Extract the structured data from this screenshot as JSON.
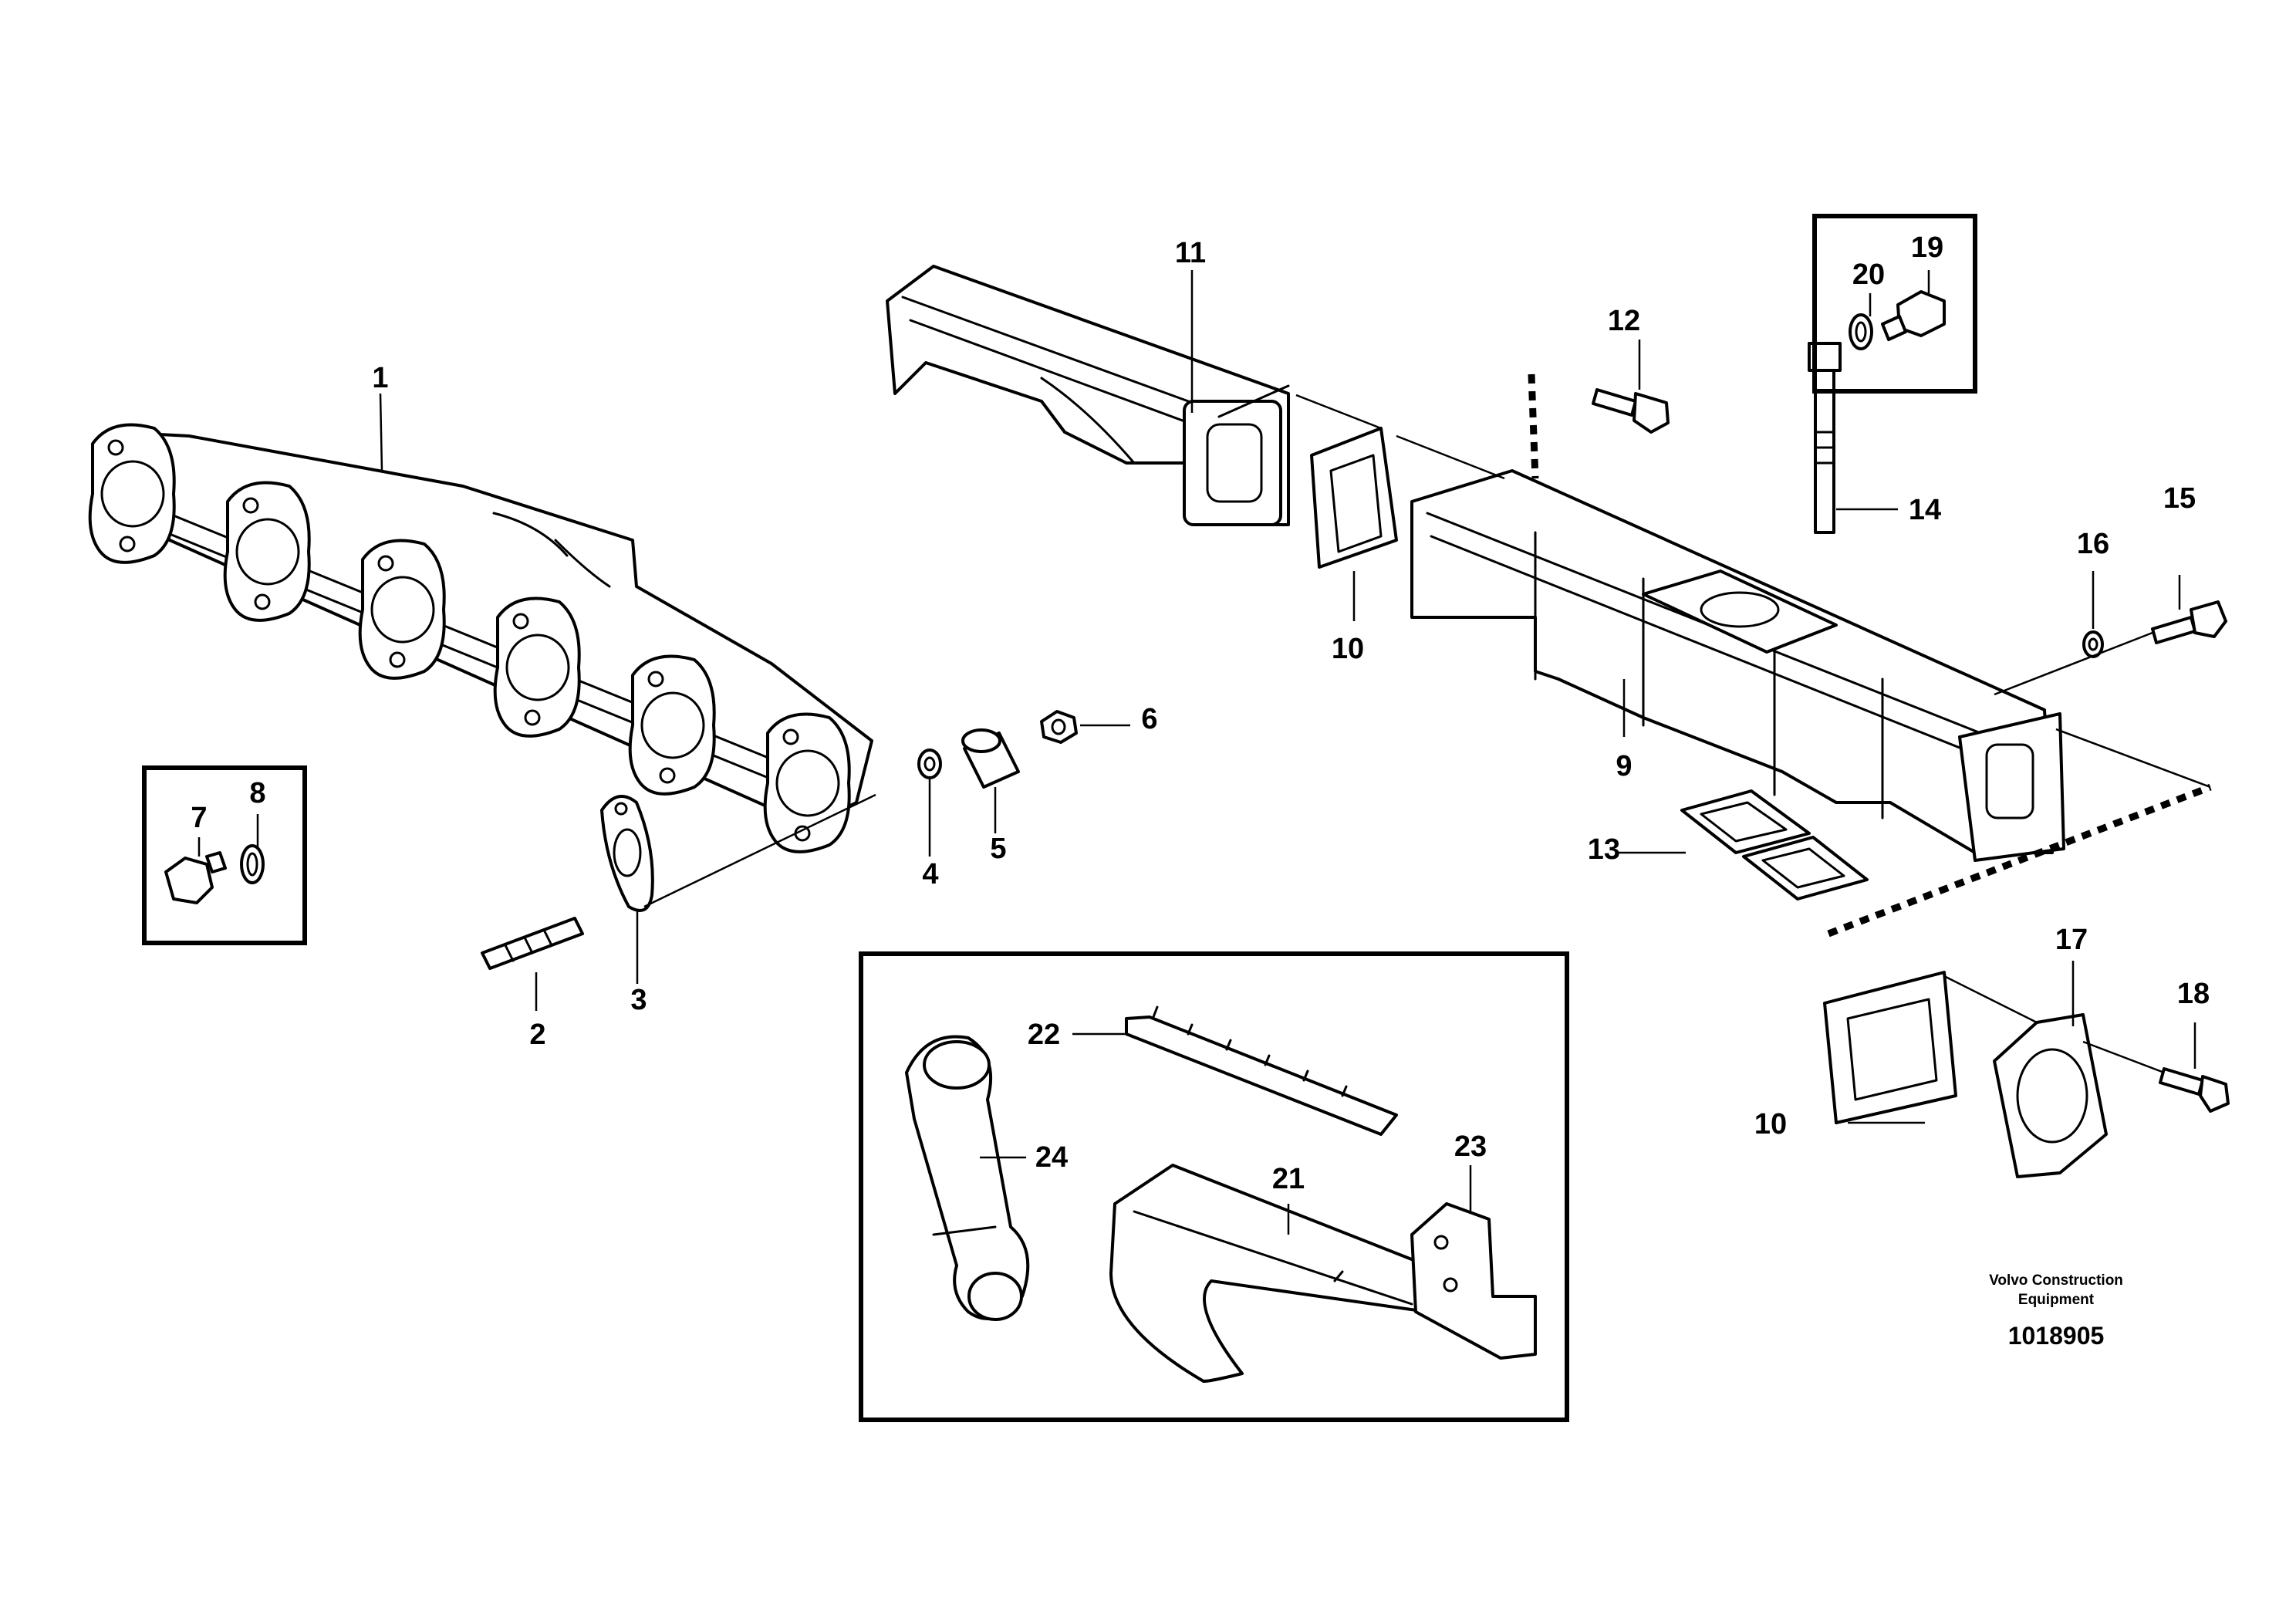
{
  "callouts": [
    "1",
    "2",
    "3",
    "4",
    "5",
    "6",
    "7",
    "8",
    "9",
    "10",
    "10",
    "11",
    "12",
    "13",
    "14",
    "15",
    "16",
    "17",
    "18",
    "19",
    "20",
    "21",
    "22",
    "23",
    "24"
  ],
  "footer": {
    "company_line1": "Volvo Construction",
    "company_line2": "Equipment",
    "drawing_number": "1018905"
  }
}
